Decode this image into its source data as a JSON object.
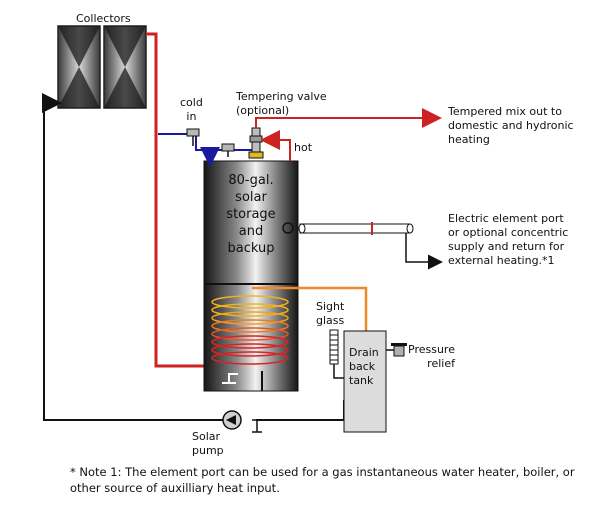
{
  "labels": {
    "collectors": "Collectors",
    "cold_in": "cold\nin",
    "tempering_valve": "Tempering valve\n(optional)",
    "hot": "hot",
    "tempered_mix": "Tempered mix out to\ndomestic and hydronic\nheating",
    "tank": "80-gal.\nsolar\nstorage\nand\nbackup",
    "element_port": "Electric element port\nor optional concentric\nsupply and return for\nexternal heating.*1",
    "sight_glass": "Sight\nglass",
    "drain_back_tank": "Drain\nback\ntank",
    "pressure_relief": "Pressure\nrelief",
    "solar_pump": "Solar\npump"
  },
  "note": "* Note 1: The element port can be used for  a gas instantaneous water heater, boiler, or other source of auxilliary heat input.",
  "colors": {
    "supply_pipe": "#cc2222",
    "cold_pipe": "#1a1aa0",
    "return_pipe": "#111111",
    "drain_pipe": "#f08a24",
    "coil_hot": "#dd2222",
    "coil_warm": "#f2b21e"
  }
}
